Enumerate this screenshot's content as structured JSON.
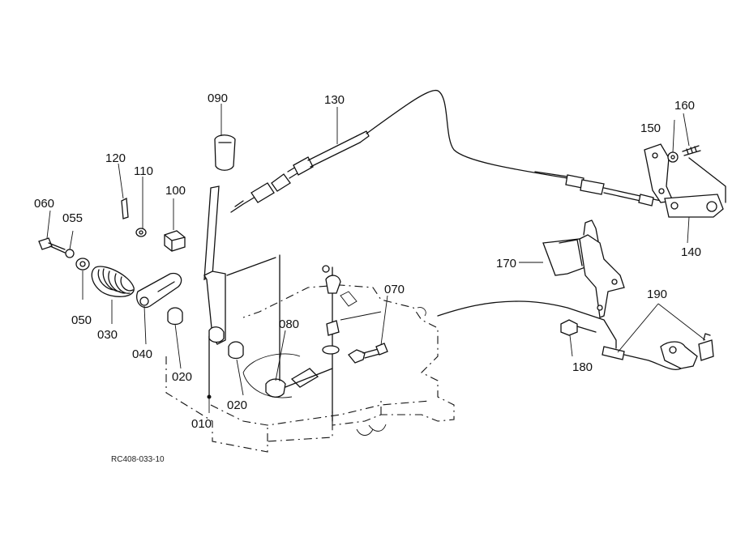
{
  "labels": {
    "p010": "010",
    "p020a": "020",
    "p020b": "020",
    "p030": "030",
    "p040": "040",
    "p050": "050",
    "p055": "055",
    "p060": "060",
    "p070": "070",
    "p080": "080",
    "p090": "090",
    "p100": "100",
    "p110": "110",
    "p120": "120",
    "p130": "130",
    "p140": "140",
    "p150": "150",
    "p160": "160",
    "p170": "170",
    "p180": "180",
    "p190": "190"
  },
  "reference_code": "RC408-033-10"
}
